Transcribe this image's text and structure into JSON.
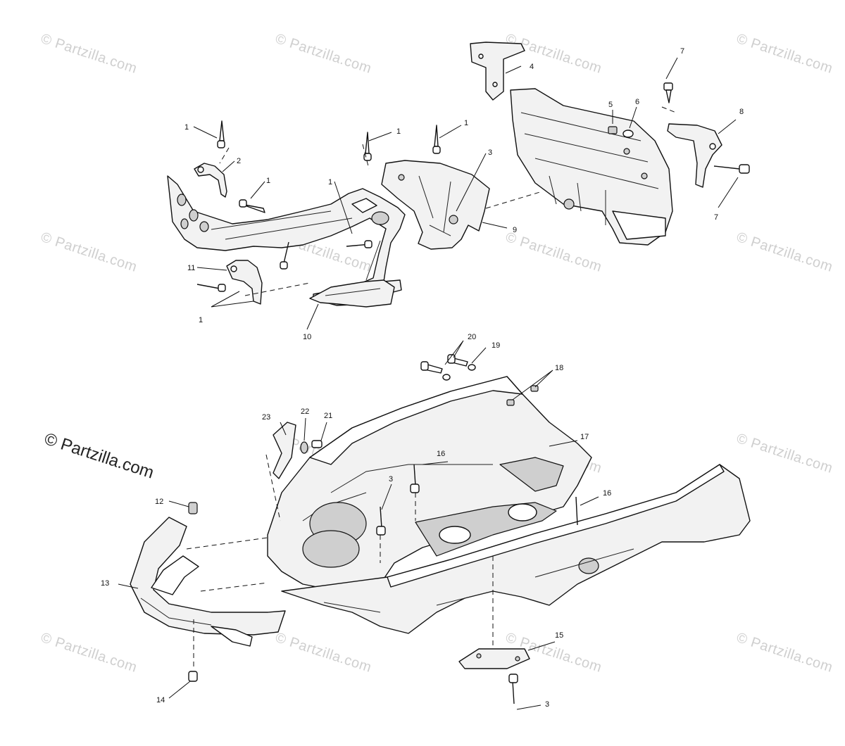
{
  "watermark": {
    "text": "© Partzilla.com"
  },
  "callouts": [
    "1",
    "1",
    "1",
    "1",
    "1",
    "1",
    "1",
    "2",
    "3",
    "3",
    "3",
    "4",
    "5",
    "6",
    "7",
    "7",
    "8",
    "9",
    "10",
    "11",
    "12",
    "13",
    "14",
    "15",
    "16",
    "16",
    "17",
    "18",
    "19",
    "20",
    "21",
    "22",
    "23"
  ],
  "colors": {
    "line": "#111111",
    "watermark": "#cfcfcf",
    "background": "#ffffff"
  }
}
